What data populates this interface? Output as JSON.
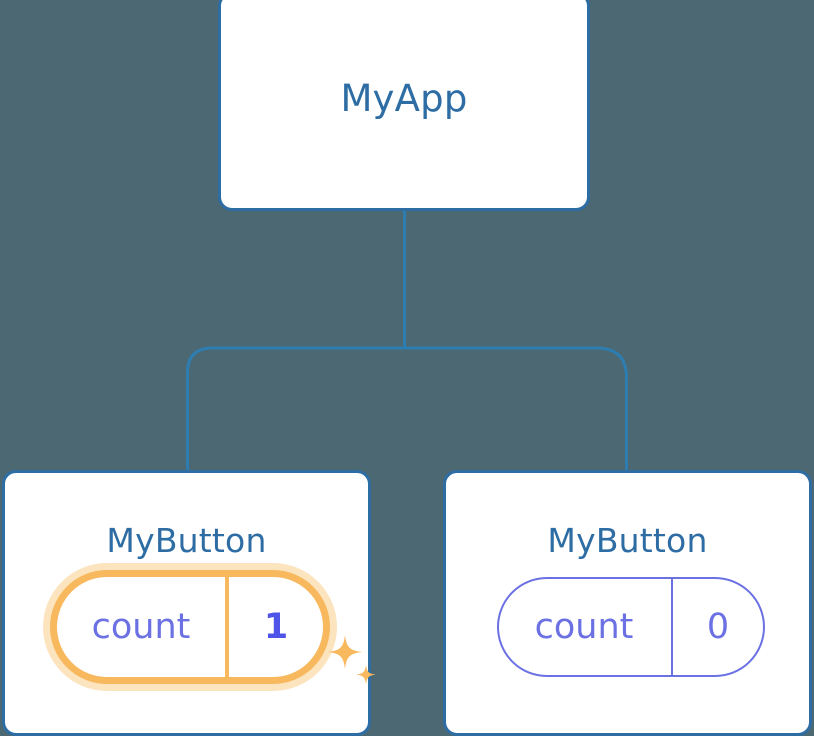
{
  "canvas": {
    "background_color": "#4C6973",
    "accent_blue": "#2E6DA4",
    "accent_indigo": "#6B71E3",
    "accent_indigo_strong": "#4F54E8",
    "accent_orange": "#F7B85E",
    "accent_orange_glow": "#FBDFB4"
  },
  "tree": {
    "root": {
      "title": "MyApp"
    },
    "children": [
      {
        "title": "MyButton",
        "state": {
          "key": "count",
          "value": "1"
        },
        "highlighted": true,
        "sparkle_icons": [
          "sparkle-large-icon",
          "sparkle-small-icon"
        ]
      },
      {
        "title": "MyButton",
        "state": {
          "key": "count",
          "value": "0"
        },
        "highlighted": false,
        "sparkle_icons": []
      }
    ]
  }
}
